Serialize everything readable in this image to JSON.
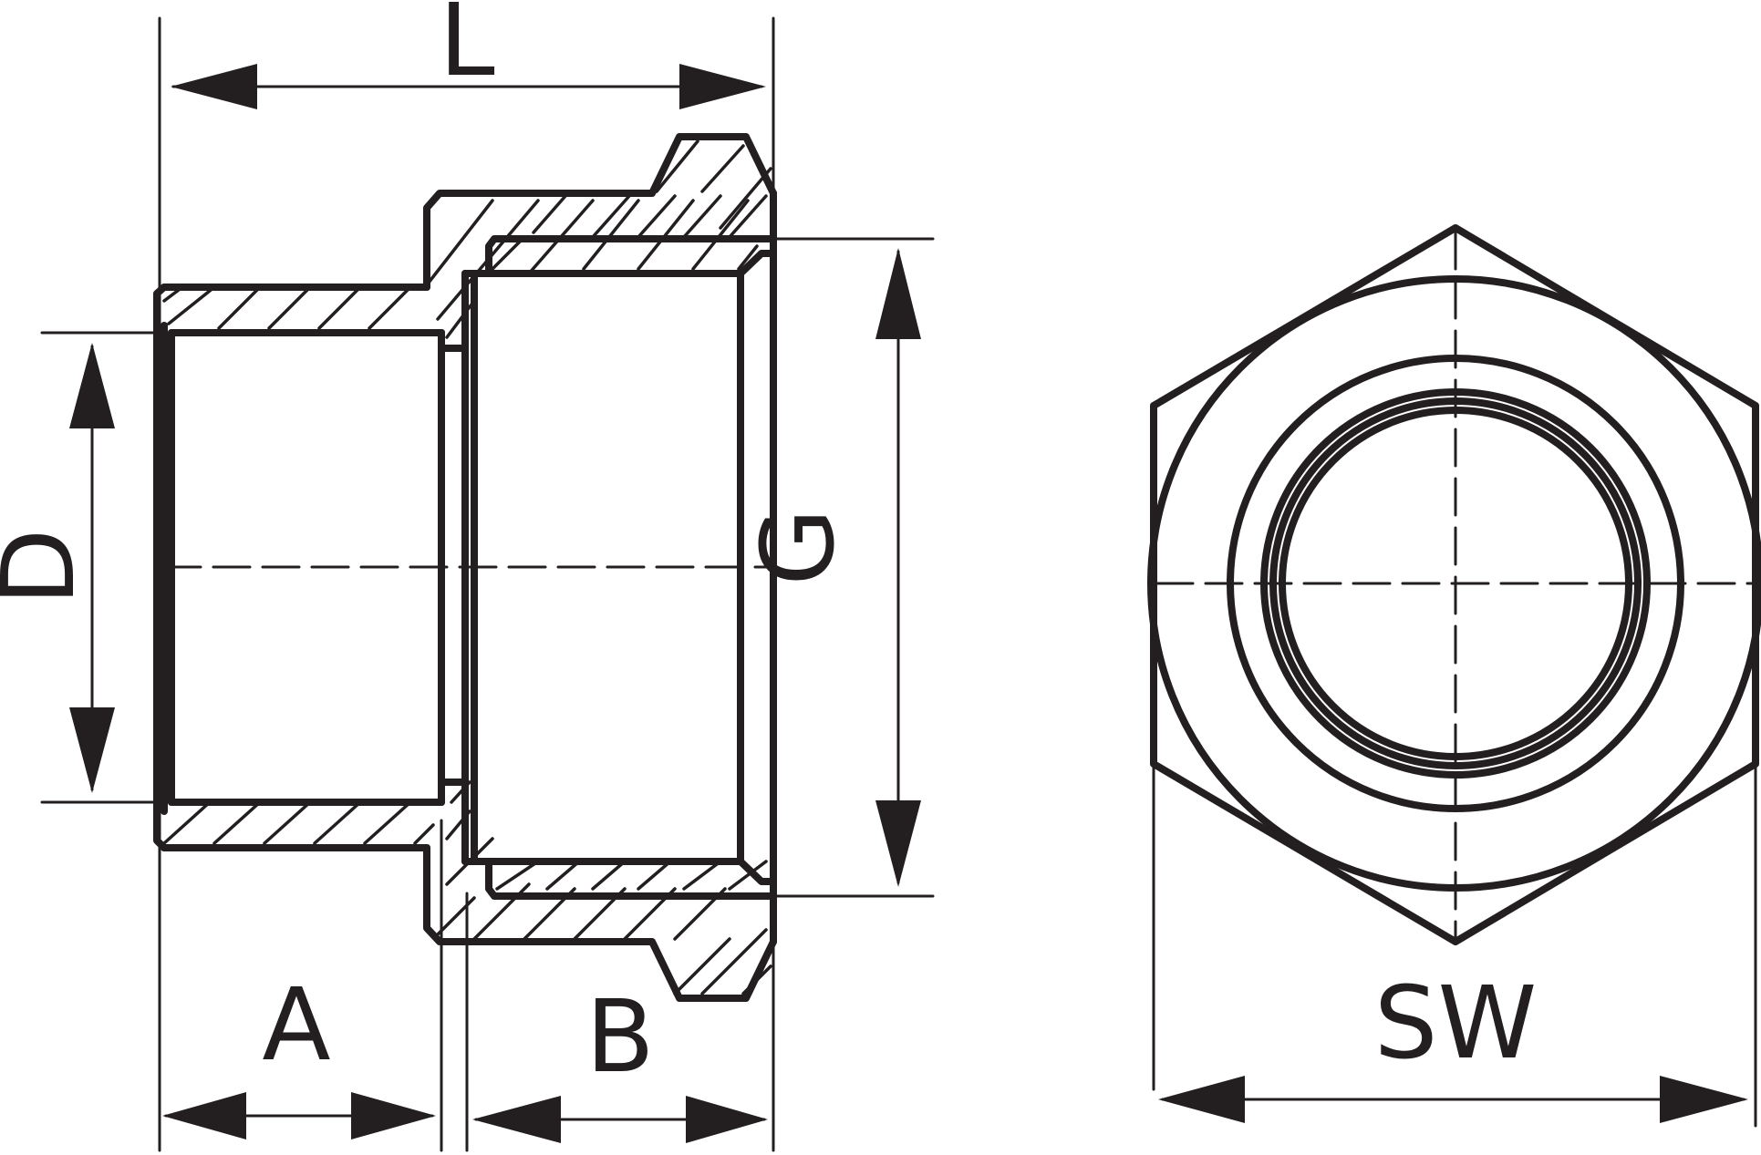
{
  "labels": {
    "L": "L",
    "D": "D",
    "G": "G",
    "A": "A",
    "B": "B",
    "SW": "SW"
  },
  "colors": {
    "line": "#231f20",
    "background": "#ffffff"
  }
}
